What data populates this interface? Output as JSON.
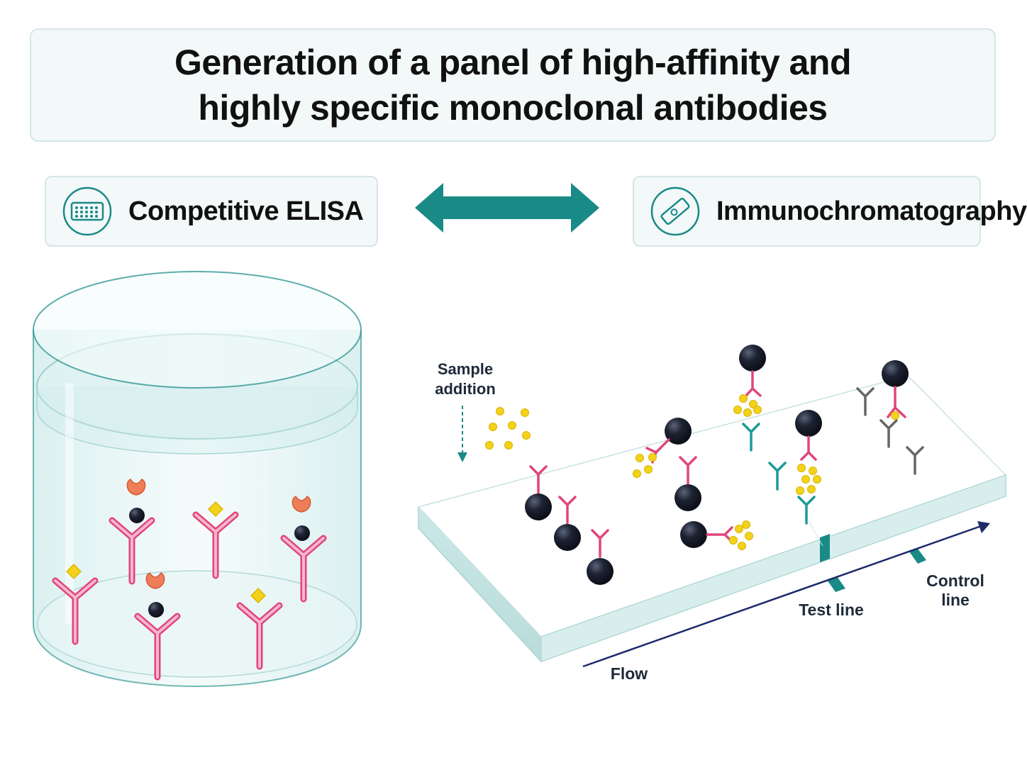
{
  "title": {
    "line1": "Generation of a panel of high-affinity and",
    "line2": "highly specific monoclonal antibodies"
  },
  "methods": {
    "left": {
      "label": "Competitive ELISA",
      "icon": "microplate-icon"
    },
    "right": {
      "label": "Immunochromatography",
      "icon": "test-strip-icon"
    },
    "connector": "double-arrow-icon"
  },
  "strip": {
    "sample_label_line1": "Sample",
    "sample_label_line2": "addition",
    "test_line_label": "Test line",
    "control_label_line1": "Control",
    "control_label_line2": "line",
    "flow_label": "Flow"
  },
  "colors": {
    "accent": "#1a8a86",
    "antibody_pink": "#e0457b",
    "antibody_teal": "#1d9a96",
    "antibody_gray": "#666666",
    "antigen_yellow": "#f2d21b",
    "enzyme_orange": "#ee7d58",
    "particle_dark": "#1a1f2e",
    "label_navy": "#1e2a3a"
  }
}
